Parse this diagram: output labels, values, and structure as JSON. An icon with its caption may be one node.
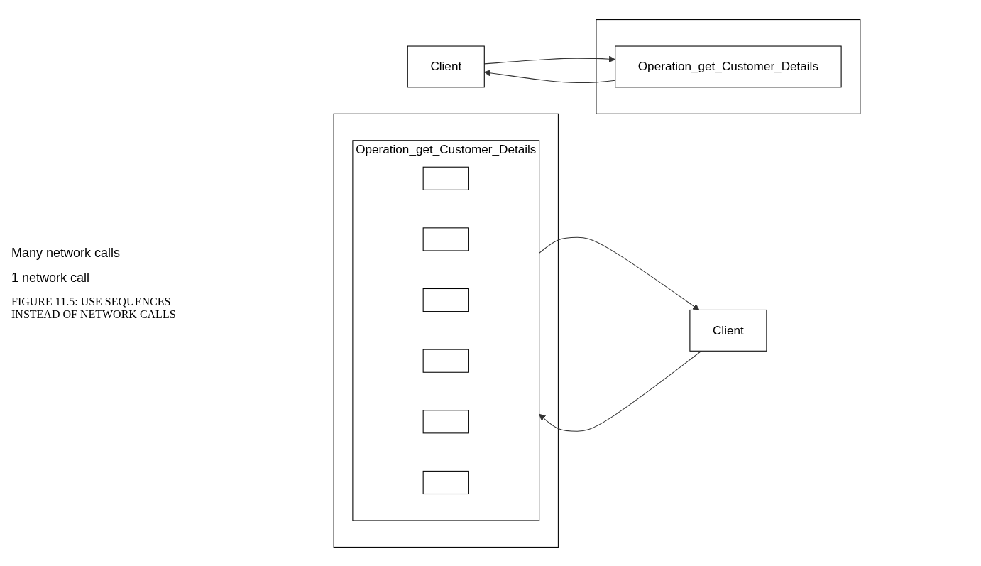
{
  "diagram": {
    "caption": "FIGURE 11.5: USE SEQUENCES INSTEAD OF NETWORK CALLS",
    "nodes": [
      {
        "text": [],
        "shape": "box"
      },
      {
        "text": [
          "Client"
        ]
      },
      {
        "text": [
          "Operation_get_Customer_Details"
        ],
        "in": 0
      },
      {
        "text": [],
        "shape": "box"
      },
      {
        "text": [
          "Client"
        ]
      },
      {
        "text": [
          "Operation_get_Customer_Details"
        ],
        "in": 3
      },
      {
        "text": [],
        "shape": "box",
        "in": 5
      },
      {
        "text": [],
        "shape": "box",
        "in": 5
      },
      {
        "text": [],
        "shape": "box",
        "in": 5
      },
      {
        "text": [],
        "shape": "box",
        "in": 5
      },
      {
        "text": [],
        "shape": "box",
        "in": 5
      },
      {
        "text": [],
        "shape": "box",
        "in": 5
      }
    ],
    "edges": [
      {
        "from": 1,
        "to": 2,
        "arrow": "to"
      },
      {
        "from": 2,
        "to": 1,
        "arrow": "to"
      },
      {
        "from": 4,
        "to": 5,
        "arrow": "to"
      },
      {
        "from": 5,
        "to": 4,
        "arrow": "to"
      }
    ],
    "labels": [
      "Many network calls",
      "1 network call"
    ]
  }
}
